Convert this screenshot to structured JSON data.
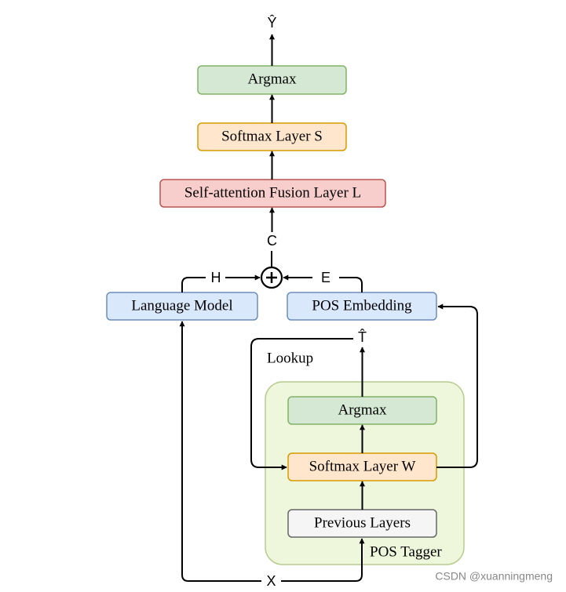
{
  "nodes": {
    "argmax_top": "Argmax",
    "softmax_s": "Softmax Layer S",
    "fusion": "Self-attention Fusion Layer L",
    "language_model": "Language Model",
    "pos_embedding": "POS Embedding",
    "argmax_inner": "Argmax",
    "softmax_w": "Softmax Layer W",
    "previous_layers": "Previous Layers"
  },
  "labels": {
    "y_hat": "Ŷ",
    "c": "C",
    "h": "H",
    "e": "E",
    "t_hat": "T̂",
    "lookup": "Lookup",
    "x": "X",
    "pos_tagger": "POS Tagger",
    "plus_symbol": "+"
  },
  "watermark": "CSDN @xuanningmeng",
  "colors": {
    "green_fill": "#d5e8d4",
    "green_stroke": "#82b366",
    "orange_fill": "#ffe6cc",
    "orange_stroke": "#d79b00",
    "red_fill": "#f8cecc",
    "red_stroke": "#b85450",
    "blue_fill": "#dae8fc",
    "blue_stroke": "#6c8ebf",
    "gray_fill": "#f5f5f5",
    "gray_stroke": "#666666",
    "tagger_fill": "#eef6dc",
    "tagger_stroke": "#b8cc90"
  }
}
